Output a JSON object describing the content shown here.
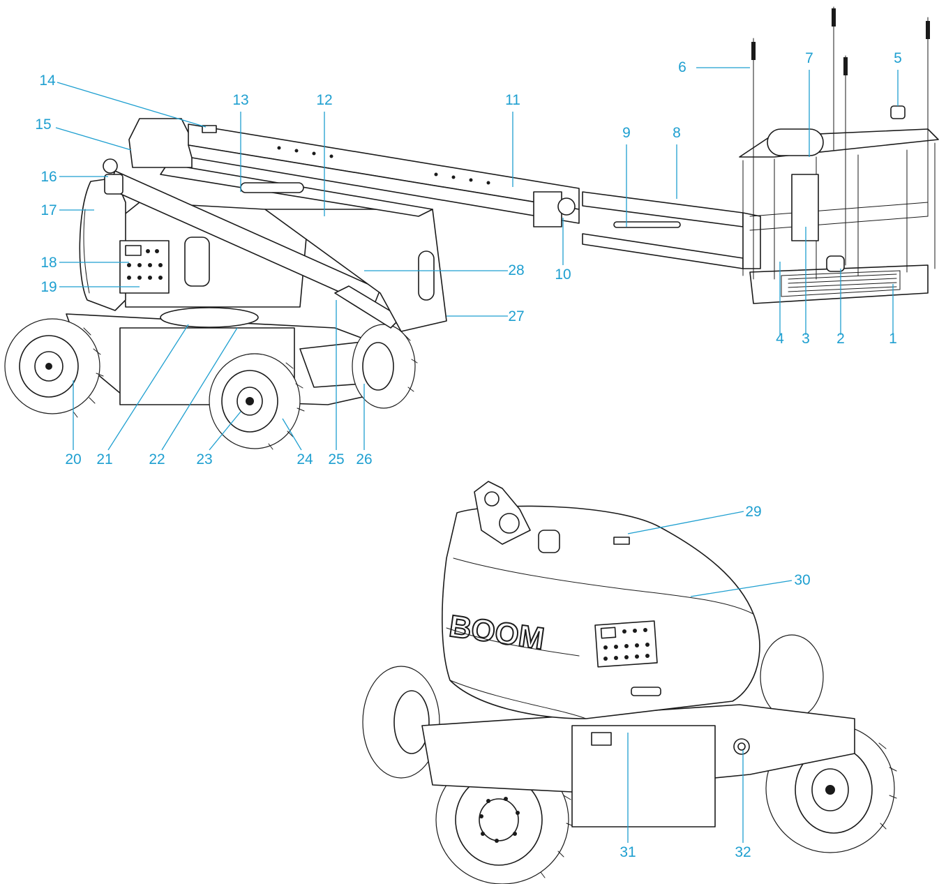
{
  "callouts": [
    {
      "n": "1"
    },
    {
      "n": "2"
    },
    {
      "n": "3"
    },
    {
      "n": "4"
    },
    {
      "n": "5"
    },
    {
      "n": "6"
    },
    {
      "n": "7"
    },
    {
      "n": "8"
    },
    {
      "n": "9"
    },
    {
      "n": "10"
    },
    {
      "n": "11"
    },
    {
      "n": "12"
    },
    {
      "n": "13"
    },
    {
      "n": "14"
    },
    {
      "n": "15"
    },
    {
      "n": "16"
    },
    {
      "n": "17"
    },
    {
      "n": "18"
    },
    {
      "n": "19"
    },
    {
      "n": "20"
    },
    {
      "n": "21"
    },
    {
      "n": "22"
    },
    {
      "n": "23"
    },
    {
      "n": "24"
    },
    {
      "n": "25"
    },
    {
      "n": "26"
    },
    {
      "n": "27"
    },
    {
      "n": "28"
    },
    {
      "n": "29"
    },
    {
      "n": "30"
    },
    {
      "n": "31"
    },
    {
      "n": "32"
    }
  ],
  "brand_mark": "BOOM",
  "colors": {
    "callout": "#1e9fd0",
    "line_art": "#1a1a1a",
    "background": "#ffffff"
  }
}
